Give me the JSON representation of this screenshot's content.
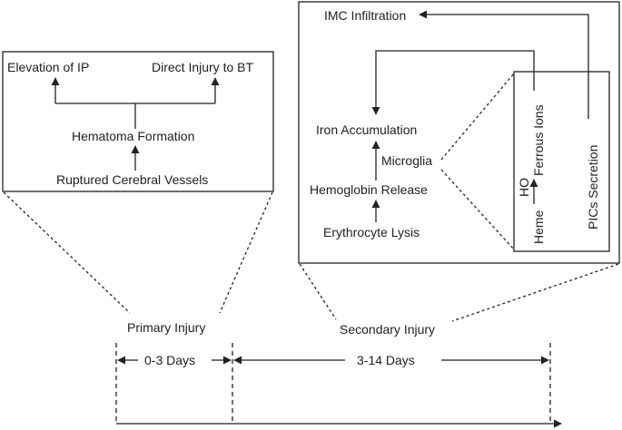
{
  "primary_box": {
    "elevation_ip": "Elevation of IP",
    "direct_injury_bt": "Direct Injury to  BT",
    "hematoma_formation": "Hematoma Formation",
    "ruptured_vessels": "Ruptured Cerebral Vessels"
  },
  "secondary_box": {
    "imc_infiltration": "IMC Infiltration",
    "iron_accumulation": "Iron Accumulation",
    "microglia": "Microglia",
    "hemoglobin_release": "Hemoglobin Release",
    "erythrocyte_lysis": "Erythrocyte Lysis"
  },
  "inner_box": {
    "heme": "Heme",
    "ho": "HO",
    "ferrous_ions": "Ferrous Ions",
    "pics_secretion": "PICs Secretion"
  },
  "timeline": {
    "primary_injury": "Primary Injury",
    "secondary_injury": "Secondary Injury",
    "days_0_3": "0-3 Days",
    "days_3_14": "3-14 Days"
  },
  "colors": {
    "line": "#222222",
    "text": "#222222",
    "background": "#ffffff"
  }
}
